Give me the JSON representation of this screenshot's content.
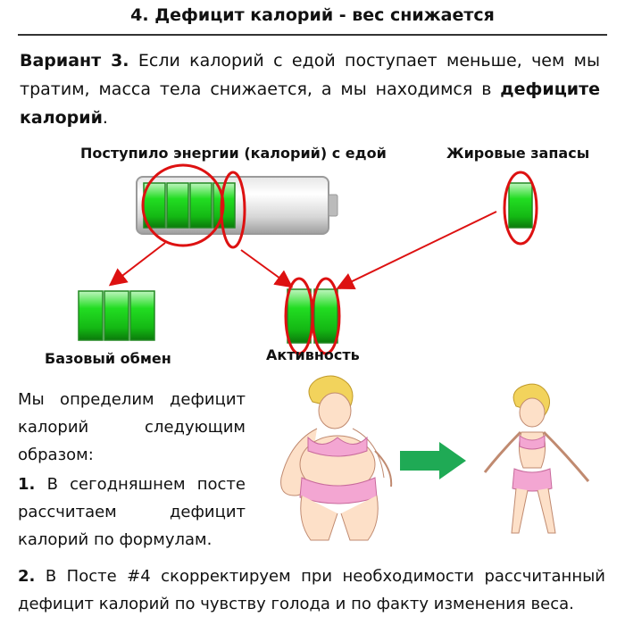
{
  "title": "4. Дефицит калорий - вес снижается",
  "intro": {
    "label": "Вариант 3.",
    "text": " Если калорий с едой поступает меньше, чем мы тратим, масса тела снижается, а мы находимся в ",
    "emphasis": "дефиците калорий",
    "end": "."
  },
  "diagram": {
    "food_label": "Поступило энергии (калорий) с едой",
    "fat_label": "Жировые запасы",
    "basal_label": "Базовый обмен",
    "activity_label": "Активность",
    "colors": {
      "cell": "#22dd22",
      "highlight": "#dd1111",
      "arrow_people": "#1faa55"
    }
  },
  "text_block": {
    "line1": "Мы определим дефицит",
    "line2": "калорий следующим",
    "line3": "образом:",
    "step1_num": "1.",
    "step1_line1": " В сегодняшнем посте",
    "step1_line2": "рассчитаем дефицит",
    "step1_line3": "калорий по формулам."
  },
  "step2": {
    "num": "2.",
    "line1": " В Посте #4 скорректируем при необходимости рассчитанный",
    "line2": "дефицит калорий по чувству голода и по факту изменения веса."
  }
}
